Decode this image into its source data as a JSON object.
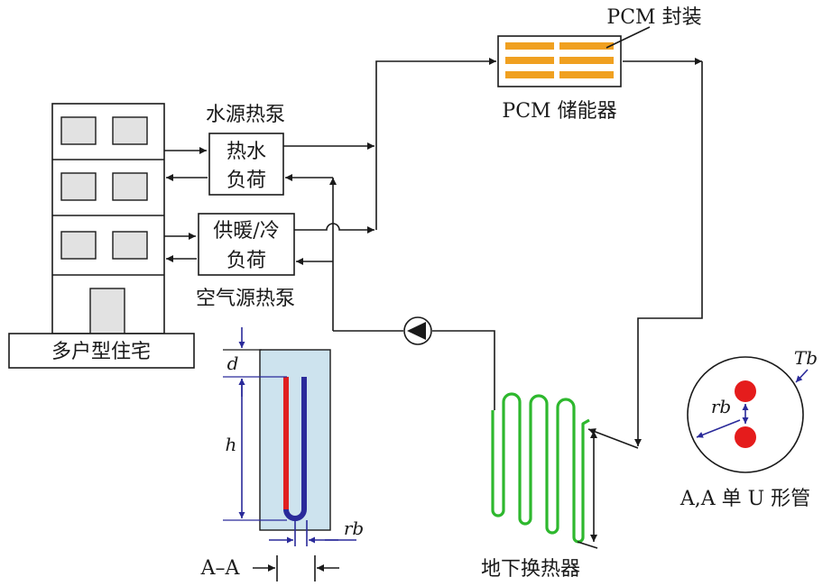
{
  "labels": {
    "pcm_package": "PCM 封装",
    "pcm_storage": "PCM 储能器",
    "water_source_heat_pump": "水源热泵",
    "hot_water_load_line1": "热水",
    "hot_water_load_line2": "负荷",
    "heating_cooling_load_line1": "供暖/冷",
    "heating_cooling_load_line2": "负荷",
    "air_source_heat_pump": "空气源热泵",
    "multi_unit_residence": "多户型住宅",
    "ground_heat_exchanger": "地下换热器",
    "section_aa": "A–A",
    "single_u_tube": "A,A 单 U 形管",
    "dim_d": "d",
    "dim_h": "h",
    "dim_rb": "rb",
    "circle_rb": "rb",
    "circle_tb": "Tb"
  },
  "colors": {
    "pcm_fill": "#f0a020",
    "ground_loop": "#2eb82e",
    "u_tube_supply": "#e02020",
    "u_tube_return": "#2a2a9a",
    "borehole_fill": "#cde3ee",
    "pipe_dot": "#e51c1c",
    "window_fill": "#e2e2e2"
  },
  "icons": {
    "pump": "circulation-pump-icon"
  }
}
